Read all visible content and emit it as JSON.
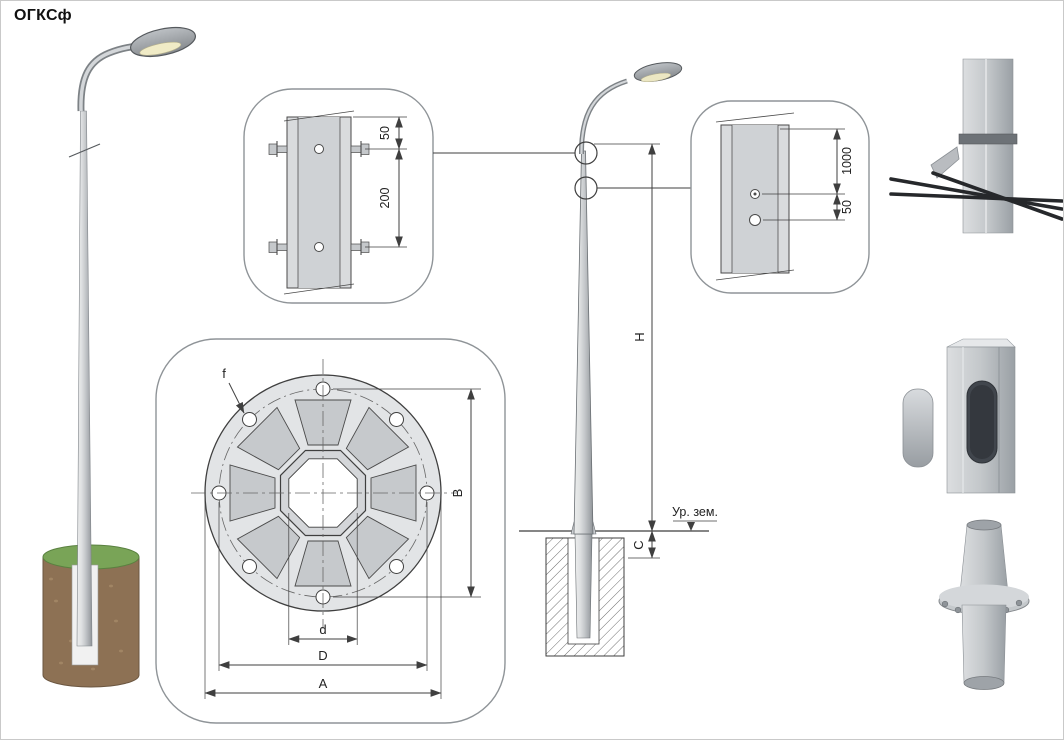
{
  "title": "ОГКСф",
  "colors": {
    "line": "#3f3f3f",
    "pole_gray": "#c6c9cc",
    "soil_brown": "#8d7154",
    "grass_green": "#79a457"
  },
  "detail_top": {
    "dim_upper": "50",
    "dim_lower": "200"
  },
  "detail_right": {
    "dim_upper": "1000",
    "dim_lower": "50"
  },
  "elevation": {
    "height_label": "H",
    "embed_label": "C",
    "ground_label": "Ур. зем."
  },
  "flange_view": {
    "hole_label": "f",
    "span_label": "B",
    "inner_label": "d",
    "bolt_circle_label": "D",
    "outer_label": "A"
  }
}
